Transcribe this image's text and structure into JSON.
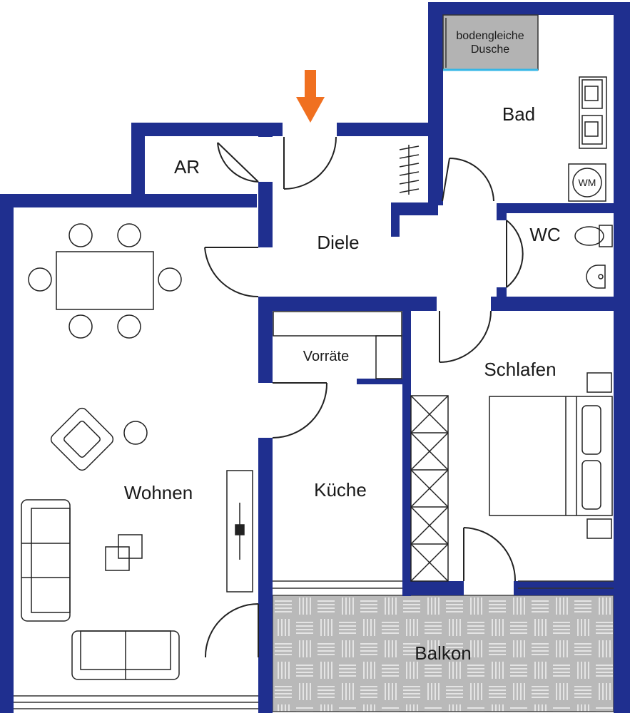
{
  "rooms": {
    "ar": "AR",
    "diele": "Diele",
    "bad": "Bad",
    "wc": "WC",
    "wohnen": "Wohnen",
    "kueche": "Küche",
    "vorraete": "Vorräte",
    "schlafen": "Schlafen",
    "balkon": "Balkon"
  },
  "fixtures": {
    "shower_line1": "bodengleiche",
    "shower_line2": "Dusche",
    "washing_machine": "WM"
  },
  "colors": {
    "wall": "#1f2f8f",
    "entrance_arrow": "#f07020",
    "balcony_fill": "#b8b8b8",
    "shower_fill": "#b3b3b3",
    "shower_edge": "#35b6e6"
  }
}
